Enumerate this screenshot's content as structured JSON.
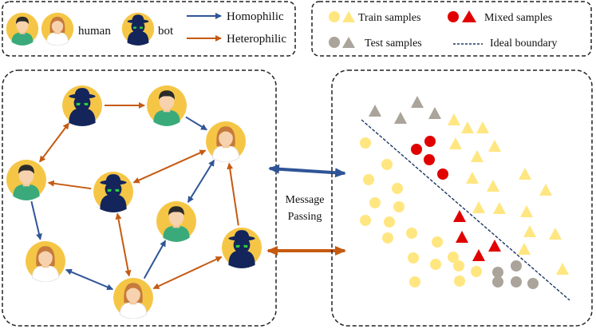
{
  "legend_nodes": {
    "human_label": "human",
    "bot_label": "bot",
    "homophilic_label": "Homophilic",
    "heterophilic_label": "Heterophilic"
  },
  "legend_samples": {
    "train_label": "Train samples",
    "mixed_label": "Mixed samples",
    "test_label": "Test samples",
    "boundary_label": "Ideal boundary"
  },
  "center": {
    "line1": "Message",
    "line2": "Passing"
  },
  "colors": {
    "homophilic_edge": "#2f5597",
    "heterophilic_edge": "#c55a11",
    "train": "#ffe680",
    "mixed": "#e00000",
    "test": "#aaa49b",
    "boundary": "#1f3864",
    "avatar_bg": "#f5c646",
    "bot_color": "#13255a",
    "male_shirt": "#3aaa7a",
    "female_hair": "#c67a3c"
  },
  "graph": {
    "nodes": [
      {
        "id": "b1",
        "kind": "bot"
      },
      {
        "id": "m1",
        "kind": "male"
      },
      {
        "id": "f1",
        "kind": "female"
      },
      {
        "id": "m2",
        "kind": "male"
      },
      {
        "id": "b2",
        "kind": "bot"
      },
      {
        "id": "m3",
        "kind": "male"
      },
      {
        "id": "f2",
        "kind": "female"
      },
      {
        "id": "b3",
        "kind": "bot"
      },
      {
        "id": "f3",
        "kind": "female"
      }
    ],
    "edges": [
      {
        "from": "b1",
        "to": "m1",
        "type": "heterophilic",
        "dir": "forward"
      },
      {
        "from": "m1",
        "to": "f1",
        "type": "homophilic",
        "dir": "forward"
      },
      {
        "from": "m2",
        "to": "b1",
        "type": "heterophilic",
        "dir": "both"
      },
      {
        "from": "f1",
        "to": "b2",
        "type": "heterophilic",
        "dir": "both"
      },
      {
        "from": "b2",
        "to": "m2",
        "type": "heterophilic",
        "dir": "forward"
      },
      {
        "from": "m2",
        "to": "f2",
        "type": "homophilic",
        "dir": "forward"
      },
      {
        "from": "m3",
        "to": "f1",
        "type": "homophilic",
        "dir": "both"
      },
      {
        "from": "b2",
        "to": "f3",
        "type": "heterophilic",
        "dir": "both"
      },
      {
        "from": "f2",
        "to": "f3",
        "type": "homophilic",
        "dir": "both"
      },
      {
        "from": "f3",
        "to": "m3",
        "type": "homophilic",
        "dir": "forward"
      },
      {
        "from": "b3",
        "to": "f1",
        "type": "heterophilic",
        "dir": "forward"
      },
      {
        "from": "f3",
        "to": "b3",
        "type": "heterophilic",
        "dir": "both"
      }
    ]
  },
  "samples": {
    "train_circles": 18,
    "train_triangles": 17,
    "mixed_circles": 4,
    "mixed_triangles": 4,
    "test_circles": 5,
    "test_triangles": 4
  }
}
